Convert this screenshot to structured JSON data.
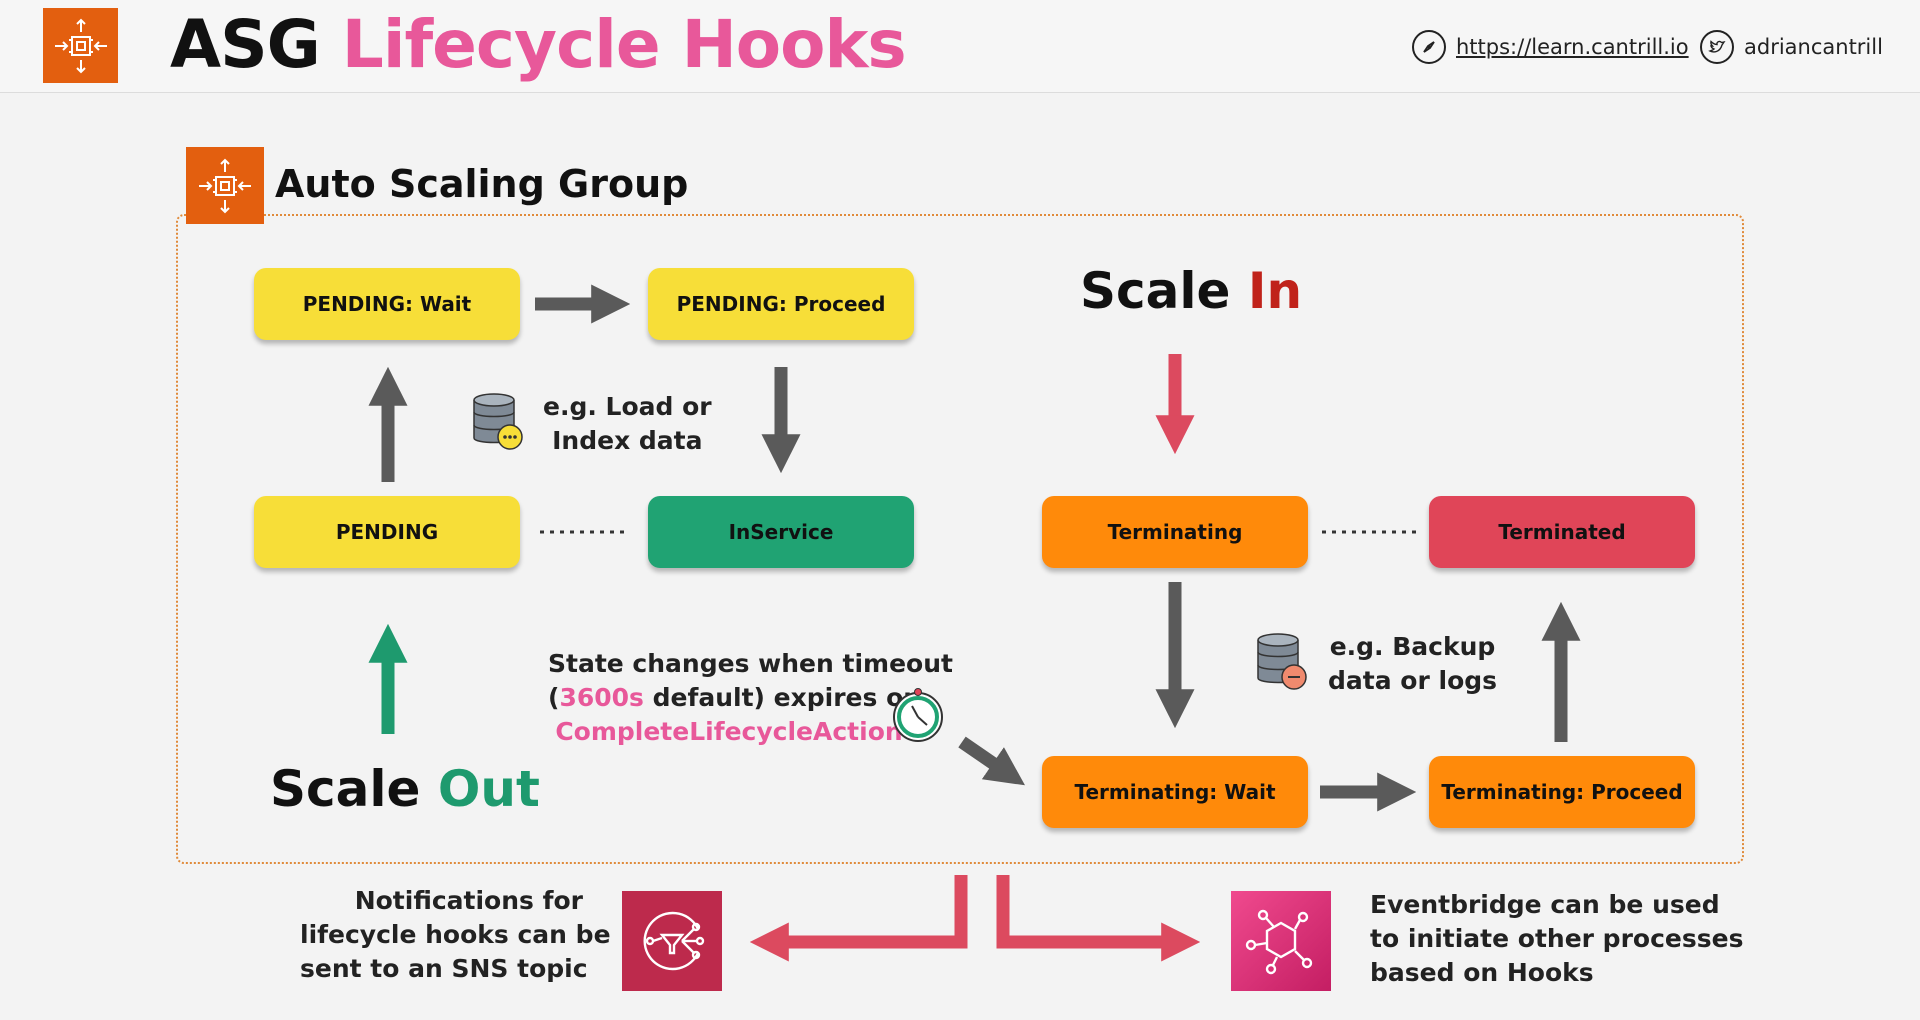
{
  "header": {
    "title_part1": "ASG",
    "title_part2": "Lifecycle Hooks",
    "link_text": "https://learn.cantrill.io",
    "twitter_handle": "adriancantrill"
  },
  "group_label": "Auto Scaling Group",
  "nodes": {
    "pending_wait": "PENDING: Wait",
    "pending_proceed": "PENDING: Proceed",
    "pending": "PENDING",
    "inservice": "InService",
    "terminating": "Terminating",
    "terminated": "Terminated",
    "terminating_wait": "Terminating: Wait",
    "terminating_proceed": "Terminating: Proceed"
  },
  "scale_in": {
    "word": "Scale",
    "accent": "In"
  },
  "scale_out": {
    "word": "Scale",
    "accent": "Out"
  },
  "notes": {
    "load_line1": "e.g. Load or",
    "load_line2": "Index data",
    "backup_line1": "e.g. Backup",
    "backup_line2": "data or logs",
    "timeout_line1": "State changes when timeout",
    "timeout_open": "(",
    "timeout_value": "3600s",
    "timeout_rest": " default) expires or",
    "timeout_action": "CompleteLifecycleAction",
    "sns_line1": "Notifications for",
    "sns_line2": "lifecycle hooks can be",
    "sns_line3": "sent to an SNS topic",
    "eb_line1": "Eventbridge can be used",
    "eb_line2": "to initiate other processes",
    "eb_line3": "based on Hooks"
  },
  "colors": {
    "accent_pink": "#e8589a",
    "aws_orange": "#e35f0f",
    "pending_yellow": "#f7de38",
    "inservice_green": "#20a373",
    "terminating_orange": "#ff8a0a",
    "terminated_red": "#e04558",
    "arrow_gray": "#5a5a5a",
    "arrow_red": "#dc4a5f",
    "scale_out_green": "#1e9a6e",
    "scale_in_red": "#c0221a"
  },
  "icons": {
    "asg": "auto-scaling-icon",
    "compass": "compass-icon",
    "twitter": "twitter-bird-icon",
    "database_load": "database-icon",
    "database_backup": "database-icon",
    "timer": "stopwatch-icon",
    "sns": "sns-topic-icon",
    "eventbridge": "eventbridge-icon"
  }
}
